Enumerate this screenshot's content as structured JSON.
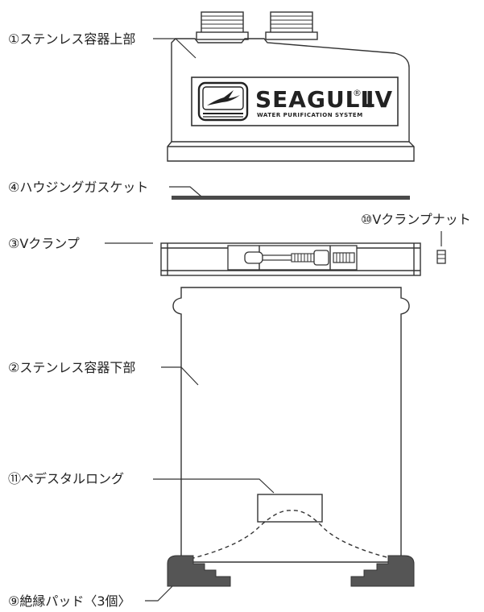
{
  "labels": {
    "upper_housing": "①ステンレス容器上部",
    "housing_gasket": "④ハウジングガスケット",
    "v_clamp_nut": "⑩Vクランプナット",
    "v_clamp": "③Vクランプ",
    "lower_housing": "②ステンレス容器下部",
    "pedestal_long": "⑪ペデスタルロング",
    "insulation_pad": "⑨絶縁パッド〈3個〉"
  },
  "logo": {
    "brand": "SEAGULL",
    "registered": "®",
    "model": "IV",
    "tagline": "WATER PURIFICATION SYSTEM"
  },
  "colors": {
    "line": "#333333",
    "gasket": "#4a4a4a",
    "pad": "#555555",
    "background": "#ffffff"
  }
}
